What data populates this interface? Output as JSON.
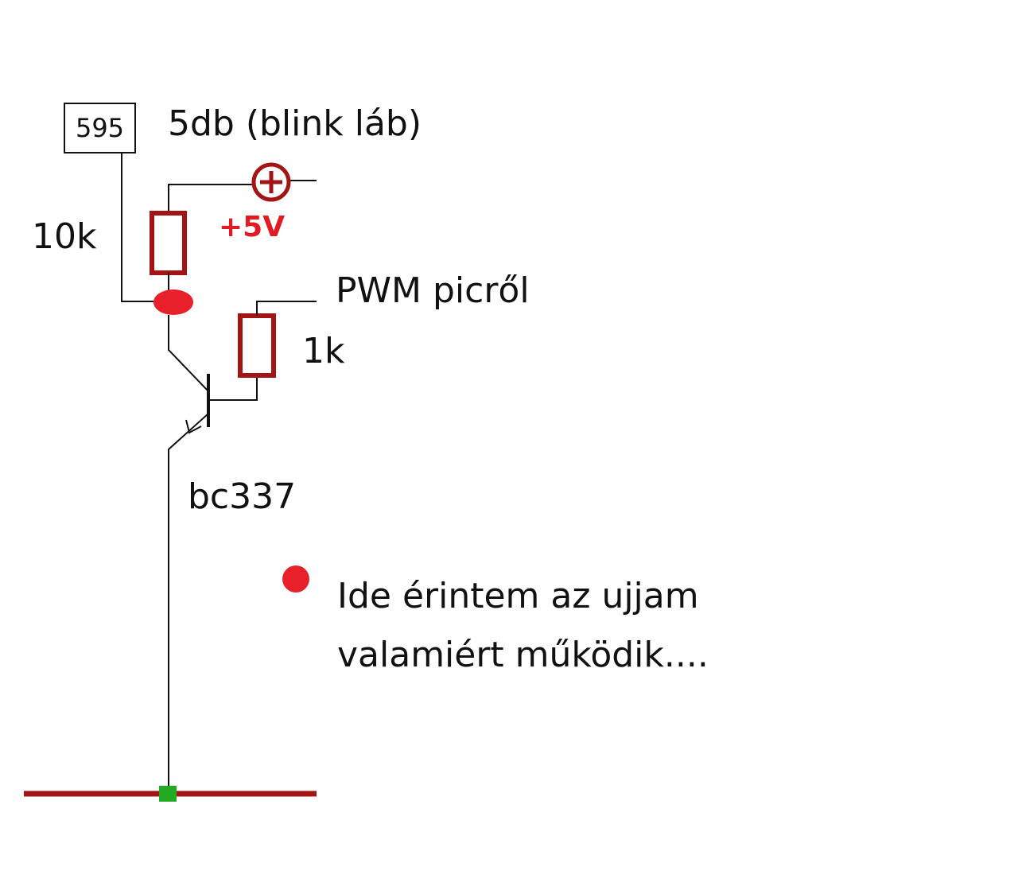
{
  "diagram": {
    "chip_label": "595",
    "chip_note": "5db (blink láb)",
    "r1_label": "10k",
    "supply_label": "+5V",
    "pwm_label": "PWM picről",
    "r2_label": "1k",
    "transistor_label": "bc337",
    "touch_note_line1": "Ide érintem az ujjam",
    "touch_note_line2": "valamiért működik...."
  },
  "colors": {
    "wire": "#111111",
    "component": "#a31515",
    "node": "#e8202a",
    "supply_text": "#e01b24",
    "ground_pad": "#22aa22"
  }
}
